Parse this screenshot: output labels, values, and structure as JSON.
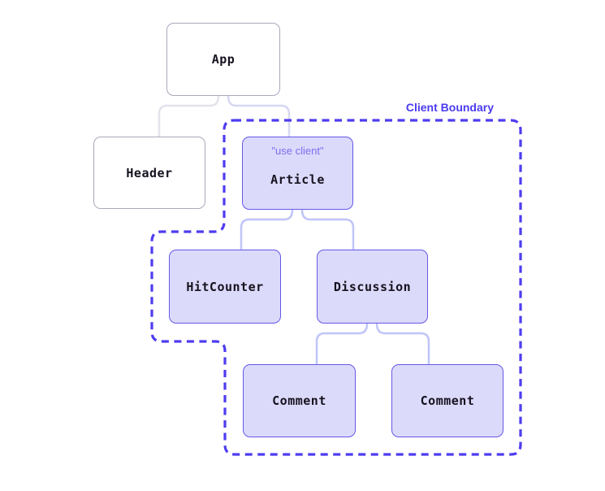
{
  "diagram": {
    "title_hint": "React component tree with client boundary",
    "boundary": {
      "label": "Client Boundary",
      "color": "#4e3cf0",
      "style": "dashed"
    },
    "nodes": [
      {
        "id": "app",
        "label": "App",
        "type": "server",
        "inside_boundary": false
      },
      {
        "id": "header",
        "label": "Header",
        "type": "server",
        "inside_boundary": false
      },
      {
        "id": "article",
        "label": "Article",
        "type": "client",
        "inside_boundary": true,
        "directive": "\"use client\""
      },
      {
        "id": "hitcounter",
        "label": "HitCounter",
        "type": "client",
        "inside_boundary": true
      },
      {
        "id": "discussion",
        "label": "Discussion",
        "type": "client",
        "inside_boundary": true
      },
      {
        "id": "comment1",
        "label": "Comment",
        "type": "client",
        "inside_boundary": true
      },
      {
        "id": "comment2",
        "label": "Comment",
        "type": "client",
        "inside_boundary": true
      }
    ],
    "edges": [
      {
        "from": "app",
        "to": "header"
      },
      {
        "from": "app",
        "to": "article"
      },
      {
        "from": "article",
        "to": "hitcounter"
      },
      {
        "from": "article",
        "to": "discussion"
      },
      {
        "from": "discussion",
        "to": "comment1"
      },
      {
        "from": "discussion",
        "to": "comment2"
      }
    ],
    "colors": {
      "server_node_border": "#a9a9bc",
      "server_node_fill": "#ffffff",
      "client_node_border": "#6558e9",
      "client_node_fill": "#dcdafa",
      "node_text": "#16121f",
      "directive_text": "#7e6ef2",
      "boundary_dash": "#4e3cf0",
      "edge_server": "#e3e3ed",
      "edge_server_to_client": "#d6d8f2",
      "edge_client": "#bfc5f8"
    }
  }
}
